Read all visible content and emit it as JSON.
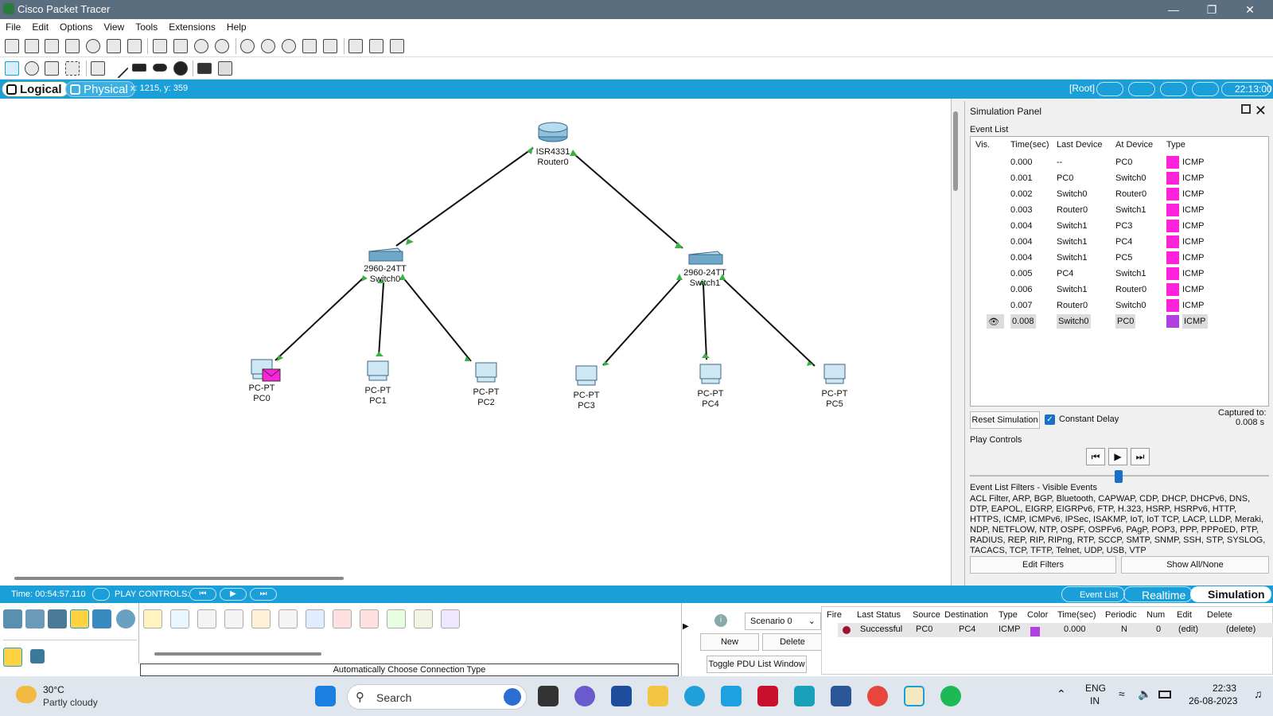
{
  "window": {
    "title": "Cisco Packet Tracer"
  },
  "menu": [
    "File",
    "Edit",
    "Options",
    "View",
    "Tools",
    "Extensions",
    "Help"
  ],
  "modebar": {
    "logical": "Logical",
    "physical": "Physical",
    "coords": "x: 1215, y: 359",
    "root": "[Root]",
    "clock": "22:13:00"
  },
  "devices": {
    "router0": {
      "model": "ISR4331",
      "name": "Router0"
    },
    "switch0": {
      "model": "2960-24TT",
      "name": "Switch0"
    },
    "switch1": {
      "model": "2960-24TT",
      "name": "Switch1"
    },
    "pc0": {
      "model": "PC-PT",
      "name": "PC0"
    },
    "pc1": {
      "model": "PC-PT",
      "name": "PC1"
    },
    "pc2": {
      "model": "PC-PT",
      "name": "PC2"
    },
    "pc3": {
      "model": "PC-PT",
      "name": "PC3"
    },
    "pc4": {
      "model": "PC-PT",
      "name": "PC4"
    },
    "pc5": {
      "model": "PC-PT",
      "name": "PC5"
    }
  },
  "sim": {
    "title": "Simulation Panel",
    "event_list": "Event List",
    "headers": {
      "vis": "Vis.",
      "time": "Time(sec)",
      "last": "Last Device",
      "at": "At Device",
      "type": "Type"
    },
    "events": [
      {
        "time": "0.000",
        "last": "--",
        "at": "PC0",
        "type": "ICMP"
      },
      {
        "time": "0.001",
        "last": "PC0",
        "at": "Switch0",
        "type": "ICMP"
      },
      {
        "time": "0.002",
        "last": "Switch0",
        "at": "Router0",
        "type": "ICMP"
      },
      {
        "time": "0.003",
        "last": "Router0",
        "at": "Switch1",
        "type": "ICMP"
      },
      {
        "time": "0.004",
        "last": "Switch1",
        "at": "PC3",
        "type": "ICMP"
      },
      {
        "time": "0.004",
        "last": "Switch1",
        "at": "PC4",
        "type": "ICMP"
      },
      {
        "time": "0.004",
        "last": "Switch1",
        "at": "PC5",
        "type": "ICMP"
      },
      {
        "time": "0.005",
        "last": "PC4",
        "at": "Switch1",
        "type": "ICMP"
      },
      {
        "time": "0.006",
        "last": "Switch1",
        "at": "Router0",
        "type": "ICMP"
      },
      {
        "time": "0.007",
        "last": "Router0",
        "at": "Switch0",
        "type": "ICMP"
      },
      {
        "time": "0.008",
        "last": "Switch0",
        "at": "PC0",
        "type": "ICMP"
      }
    ],
    "icmp_color": "#ff22dd",
    "icmp_color_sel": "#b040e0",
    "reset": "Reset Simulation",
    "constant_delay": "Constant Delay",
    "captured_label": "Captured to:",
    "captured_value": "0.008 s",
    "play_controls": "Play Controls",
    "filters_title": "Event List Filters - Visible Events",
    "filters_text": "ACL Filter, ARP, BGP, Bluetooth, CAPWAP, CDP, DHCP, DHCPv6, DNS, DTP, EAPOL, EIGRP, EIGRPv6, FTP, H.323, HSRP, HSRPv6, HTTP, HTTPS, ICMP, ICMPv6, IPSec, ISAKMP, IoT, IoT TCP, LACP, LLDP, Meraki, NDP, NETFLOW, NTP, OSPF, OSPFv6, PAgP, POP3, PPP, PPPoED, PTP, RADIUS, REP, RIP, RIPng, RTP, SCCP, SMTP, SNMP, SSH, STP, SYSLOG, TACACS, TCP, TFTP, Telnet, UDP, USB, VTP",
    "edit_filters": "Edit Filters",
    "show_all": "Show All/None"
  },
  "bottom": {
    "time": "Time: 00:54:57.110",
    "play_controls": "PLAY CONTROLS:",
    "event_list_btn": "Event List",
    "realtime": "Realtime",
    "simulation": "Simulation",
    "conn_label": "Automatically Choose Connection Type",
    "scenario": "Scenario 0",
    "new": "New",
    "delete": "Delete",
    "toggle_pdu": "Toggle PDU List Window"
  },
  "pdu": {
    "headers": [
      "Fire",
      "Last Status",
      "Source",
      "Destination",
      "Type",
      "Color",
      "Time(sec)",
      "Periodic",
      "Num",
      "Edit",
      "Delete"
    ],
    "row": {
      "status": "Successful",
      "source": "PC0",
      "dest": "PC4",
      "type": "ICMP",
      "time": "0.000",
      "periodic": "N",
      "num": "0",
      "edit": "(edit)",
      "delete": "(delete)"
    },
    "color": "#b040e0"
  },
  "taskbar": {
    "weather_temp": "30°C",
    "weather_desc": "Partly cloudy",
    "search": "Search",
    "lang1": "ENG",
    "lang2": "IN",
    "time": "22:33",
    "date": "26-08-2023"
  }
}
